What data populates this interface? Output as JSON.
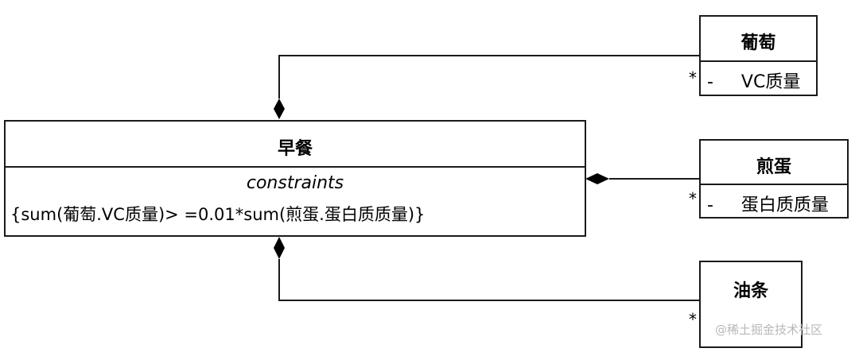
{
  "main_class": {
    "name": "早餐",
    "stereotype": "constraints",
    "constraint": "{sum(葡萄.VC质量)> =0.01*sum(煎蛋.蛋白质质量)}"
  },
  "parts": [
    {
      "name": "葡萄",
      "attribute": "-     VC质量",
      "multiplicity": "*"
    },
    {
      "name": "煎蛋",
      "attribute": "-     蛋白质质量",
      "multiplicity": "*"
    },
    {
      "name": "油条",
      "attribute": "",
      "multiplicity": "*"
    }
  ],
  "relationship": "composition",
  "watermark": "@稀土掘金技术社区"
}
